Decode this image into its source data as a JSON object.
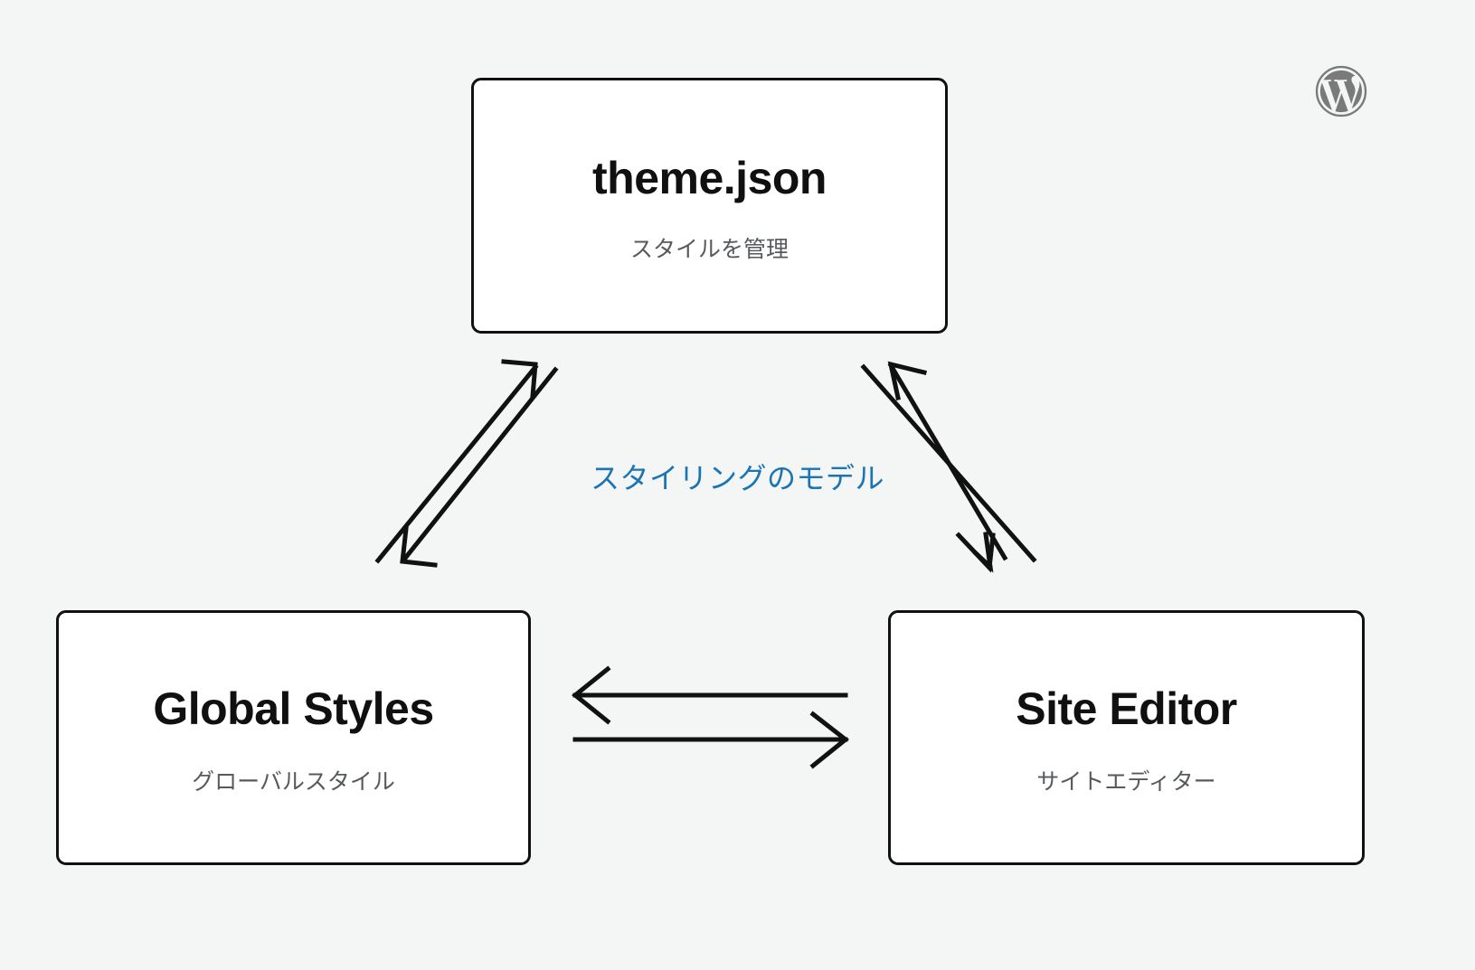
{
  "diagram": {
    "caption": "スタイリングのモデル",
    "caption_color": "#1b74b5",
    "background_color": "#f4f6f5",
    "border_color": "#111111",
    "nodes": [
      {
        "id": "theme-json",
        "title": "theme.json",
        "subtitle": "スタイルを管理"
      },
      {
        "id": "global-styles",
        "title": "Global Styles",
        "subtitle": "グローバルスタイル"
      },
      {
        "id": "site-editor",
        "title": "Site Editor",
        "subtitle": "サイトエディター"
      }
    ],
    "connections": [
      {
        "from": "global-styles",
        "to": "theme-json",
        "direction": "up-right"
      },
      {
        "from": "theme-json",
        "to": "global-styles",
        "direction": "down-left"
      },
      {
        "from": "site-editor",
        "to": "theme-json",
        "direction": "up-left"
      },
      {
        "from": "theme-json",
        "to": "site-editor",
        "direction": "down-right"
      },
      {
        "from": "site-editor",
        "to": "global-styles",
        "direction": "left"
      },
      {
        "from": "global-styles",
        "to": "site-editor",
        "direction": "right"
      }
    ],
    "logo": {
      "name": "wordpress-logo",
      "color": "#7a7a7a"
    }
  }
}
